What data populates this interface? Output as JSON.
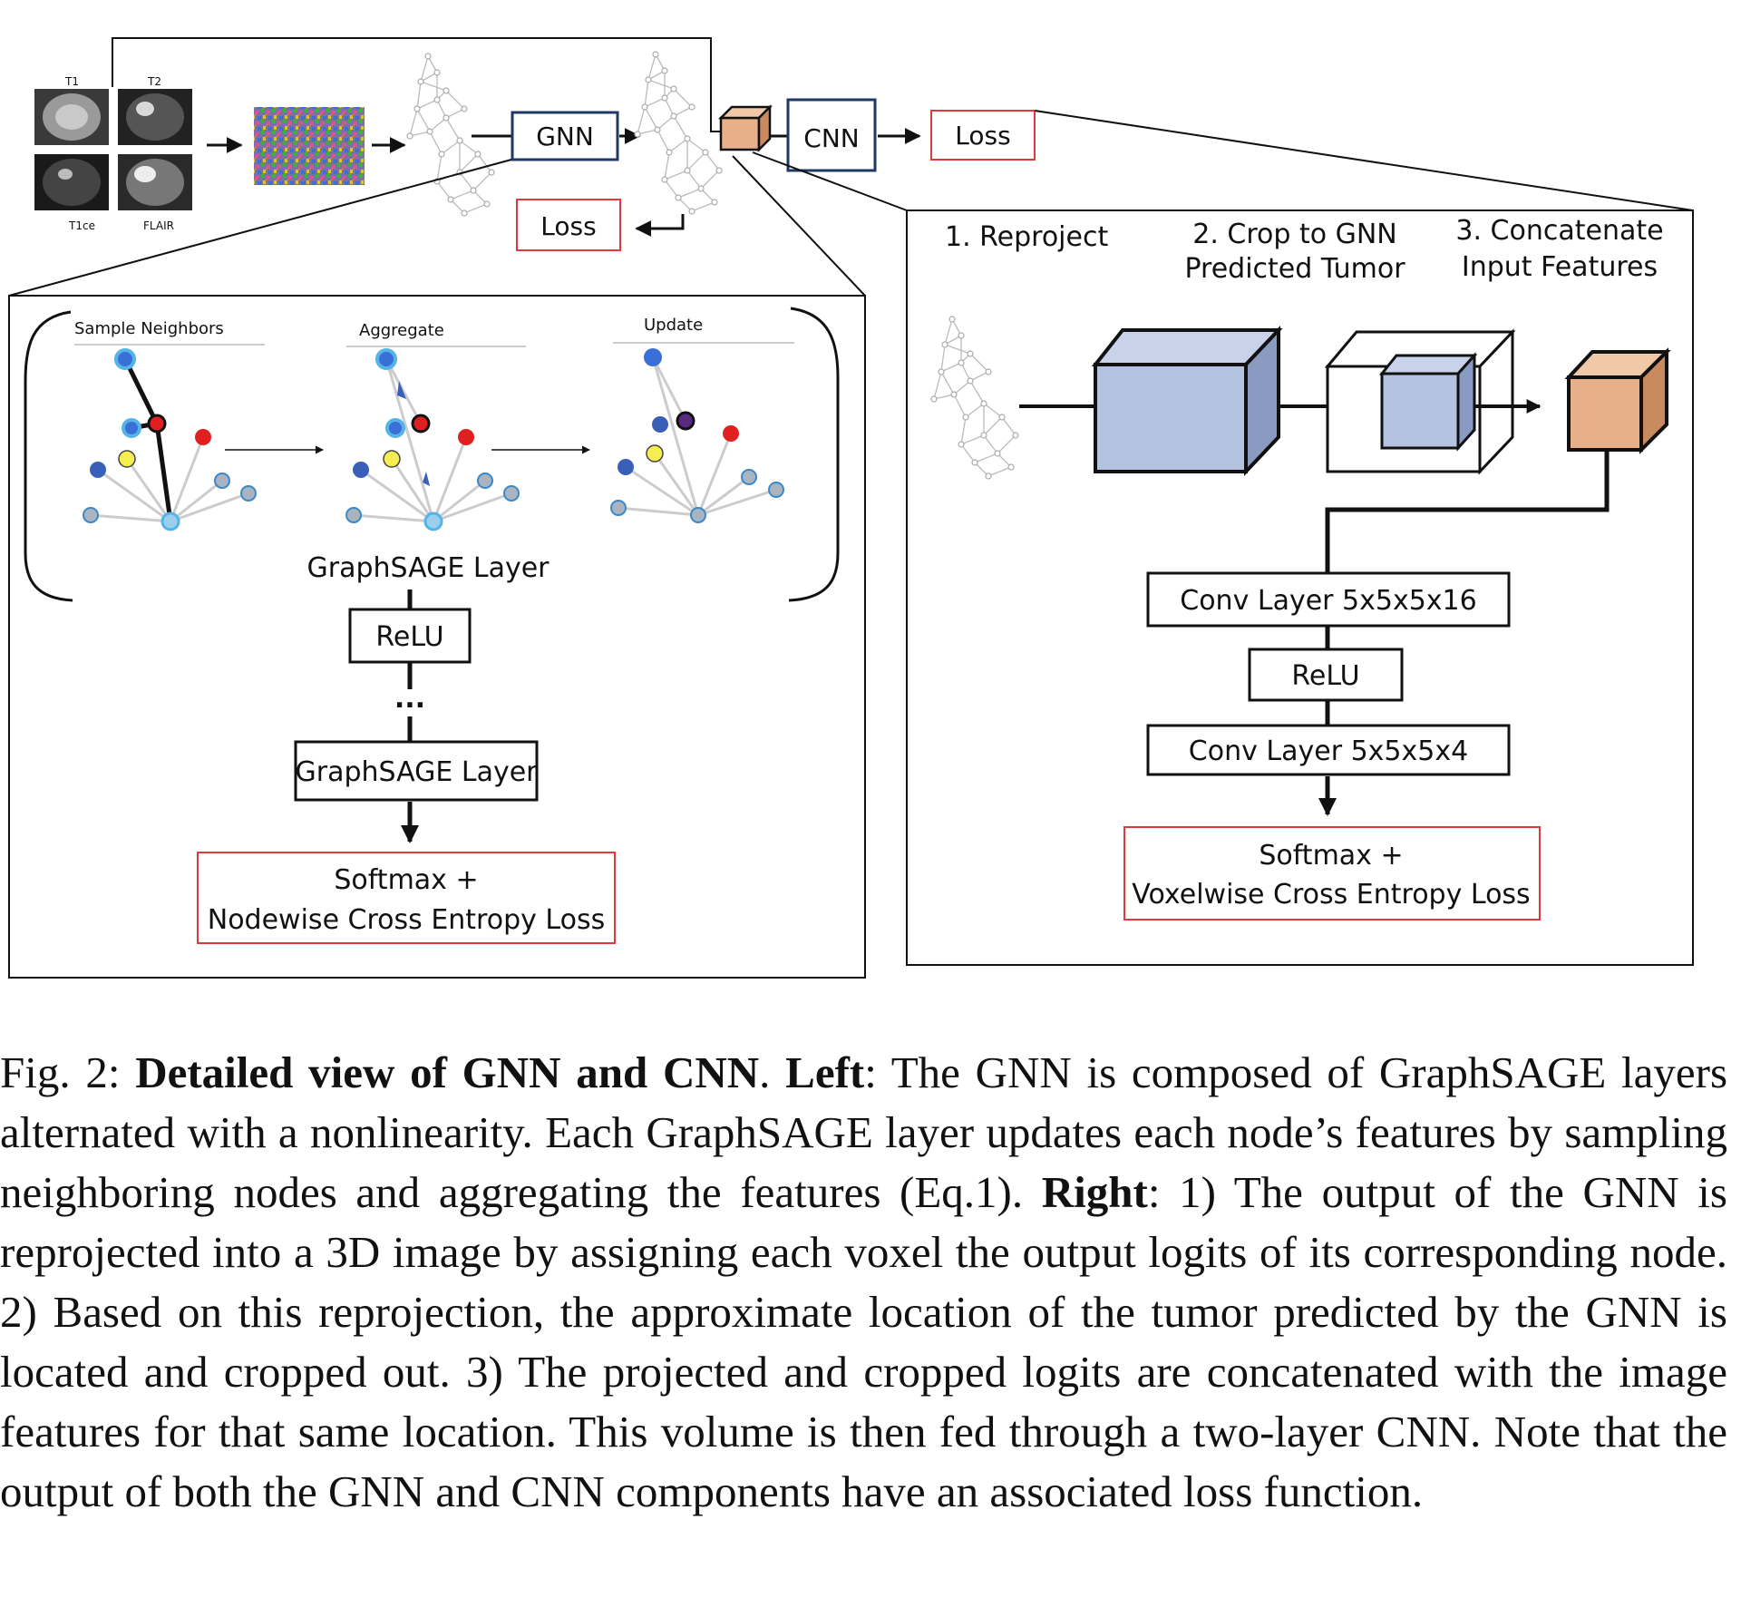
{
  "figure": {
    "mri_labels": [
      "T1",
      "T2",
      "T1ce",
      "FLAIR"
    ],
    "pipeline": {
      "gnn": "GNN",
      "cnn": "CNN",
      "loss_top": "Loss",
      "loss_gnn": "Loss"
    },
    "left_panel": {
      "step1": "Sample Neighbors",
      "step2": "Aggregate",
      "step3": "Update",
      "layer_caption": "GraphSAGE Layer",
      "relu": "ReLU",
      "ellipsis": "...",
      "layer_box": "GraphSAGE Layer",
      "loss_line1": "Softmax +",
      "loss_line2": "Nodewise Cross Entropy Loss"
    },
    "right_panel": {
      "step1": "1. Reproject",
      "step2_line1": "2. Crop to GNN",
      "step2_line2": "Predicted Tumor",
      "step3_line1": "3. Concatenate",
      "step3_line2": "Input Features",
      "conv1": "Conv Layer 5x5x5x16",
      "relu": "ReLU",
      "conv2": "Conv Layer 5x5x5x4",
      "loss_line1": "Softmax +",
      "loss_line2": "Voxelwise Cross Entropy Loss"
    },
    "colors": {
      "box_blue": "#1f3864",
      "loss_red": "#e0393e",
      "cube_blue": "#b4c3e1",
      "cube_orange": "#e8b088",
      "node_blue": "#4a90d9",
      "node_red": "#e02020",
      "node_yellow": "#f5ee50",
      "node_gray": "#9aa8b8"
    }
  },
  "caption": {
    "fig_label": "Fig. 2:",
    "bold_title": "Detailed view of GNN and CNN",
    "bold_left": "Left",
    "left_text": ": The GNN is composed of GraphSAGE layers alternated with a nonlinearity. Each GraphSAGE layer updates each node’s features by sampling neighboring nodes and aggregating the features (Eq.1).",
    "bold_right": "Right",
    "right_text": ": 1) The output of the GNN is reprojected into a 3D image by assigning each voxel the output logits of its corresponding node. 2) Based on this reprojection, the approximate location of the tumor predicted by the GNN is located and cropped out. 3) The projected and cropped logits are concatenated with the image features for that same location. This volume is then fed through a two-layer CNN. Note that the output of both the GNN and CNN components have an associated loss function."
  }
}
